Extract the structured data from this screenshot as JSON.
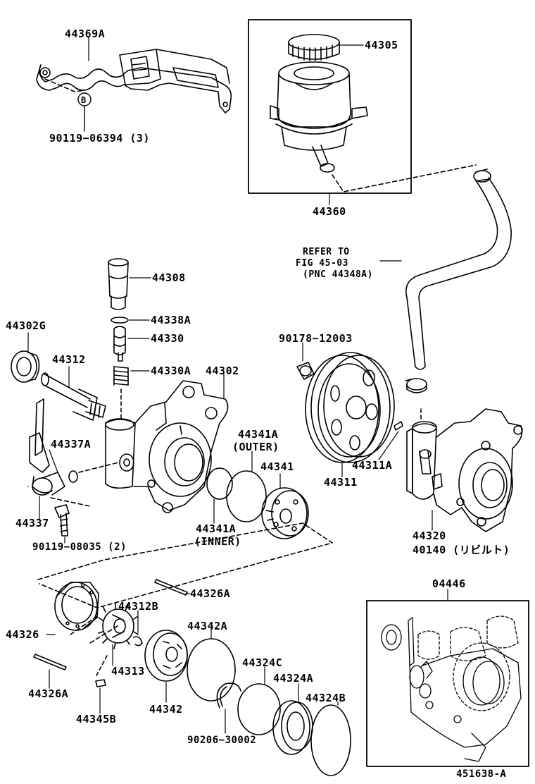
{
  "diagram": {
    "figure_id": "451638-A",
    "labels": {
      "p44369A": "44369A",
      "b_circle": "B",
      "p90119_06394": "90119−06394 (3)",
      "p44305": "44305",
      "p44360": "44360",
      "refer_line1": "REFER TO",
      "refer_line2": "FIG 45-03",
      "refer_line3": "(PNC 44348A)",
      "p44308": "44308",
      "p44338A": "44338A",
      "p44330": "44330",
      "p44330A": "44330A",
      "p44302G": "44302G",
      "p44312": "44312",
      "p44302": "44302",
      "p90178_12003": "90178−12003",
      "p44341A_outer": "44341A",
      "outer": "(OUTER)",
      "p44341": "44341",
      "p44337A": "44337A",
      "p44311": "44311",
      "p44311A": "44311A",
      "p44337": "44337",
      "p44341A_inner": "44341A",
      "inner": "(INNER)",
      "p90119_08035": "90119−08035 (2)",
      "p44320": "44320",
      "p40140": "40140 (リビルト)",
      "p44326A_top": "44326A",
      "p04446": "04446",
      "p44312B": "44312B",
      "p44326": "44326",
      "p44342A": "44342A",
      "p44313": "44313",
      "p44324C": "44324C",
      "p44324A": "44324A",
      "p44326A_bottom": "44326A",
      "p44324B": "44324B",
      "p44342": "44342",
      "p44345B": "44345B",
      "p90206_30002": "90206−30002"
    }
  }
}
